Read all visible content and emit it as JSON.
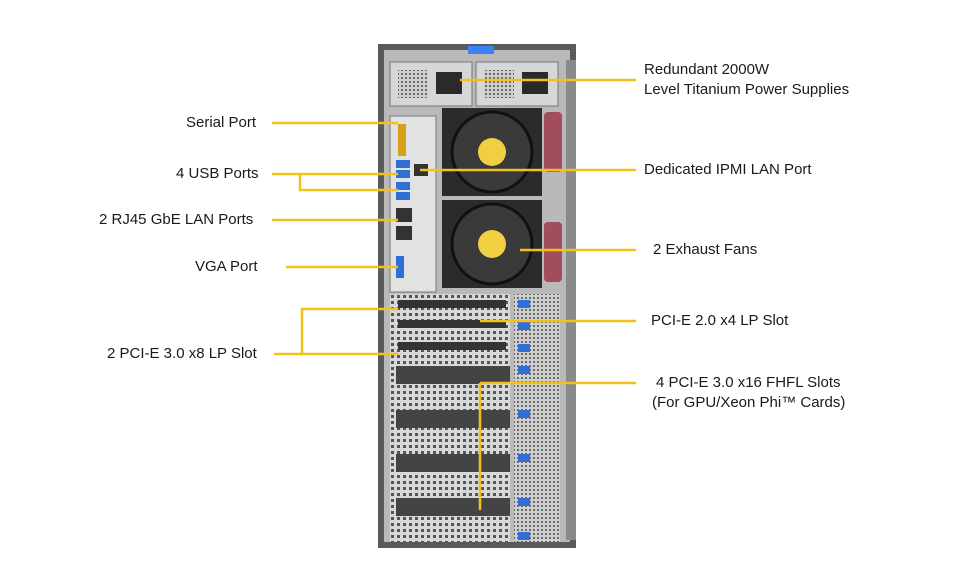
{
  "colors": {
    "callout_line": "#f2c21a",
    "chassis": "#4a4a4a",
    "metal": "#c9c9c9",
    "accent_blue": "#2f6fd6",
    "fan_label": "#f0d040"
  },
  "callouts": {
    "left": {
      "serial_port": "Serial Port",
      "usb_ports": "4 USB Ports",
      "rj45_ports": "2 RJ45 GbE LAN Ports",
      "vga_port": "VGA Port",
      "pcie_x8": "2 PCI-E 3.0 x8 LP Slot"
    },
    "right": {
      "psu_line1": "Redundant 2000W",
      "psu_line2": "Level Titanium Power Supplies",
      "ipmi": "Dedicated IPMI LAN Port",
      "fans": "2 Exhaust Fans",
      "pcie_x4": "PCI-E 2.0 x4 LP Slot",
      "pcie_x16_line1": "4 PCI-E 3.0 x16 FHFL Slots",
      "pcie_x16_line2": "(For GPU/Xeon Phi™ Cards)"
    }
  }
}
